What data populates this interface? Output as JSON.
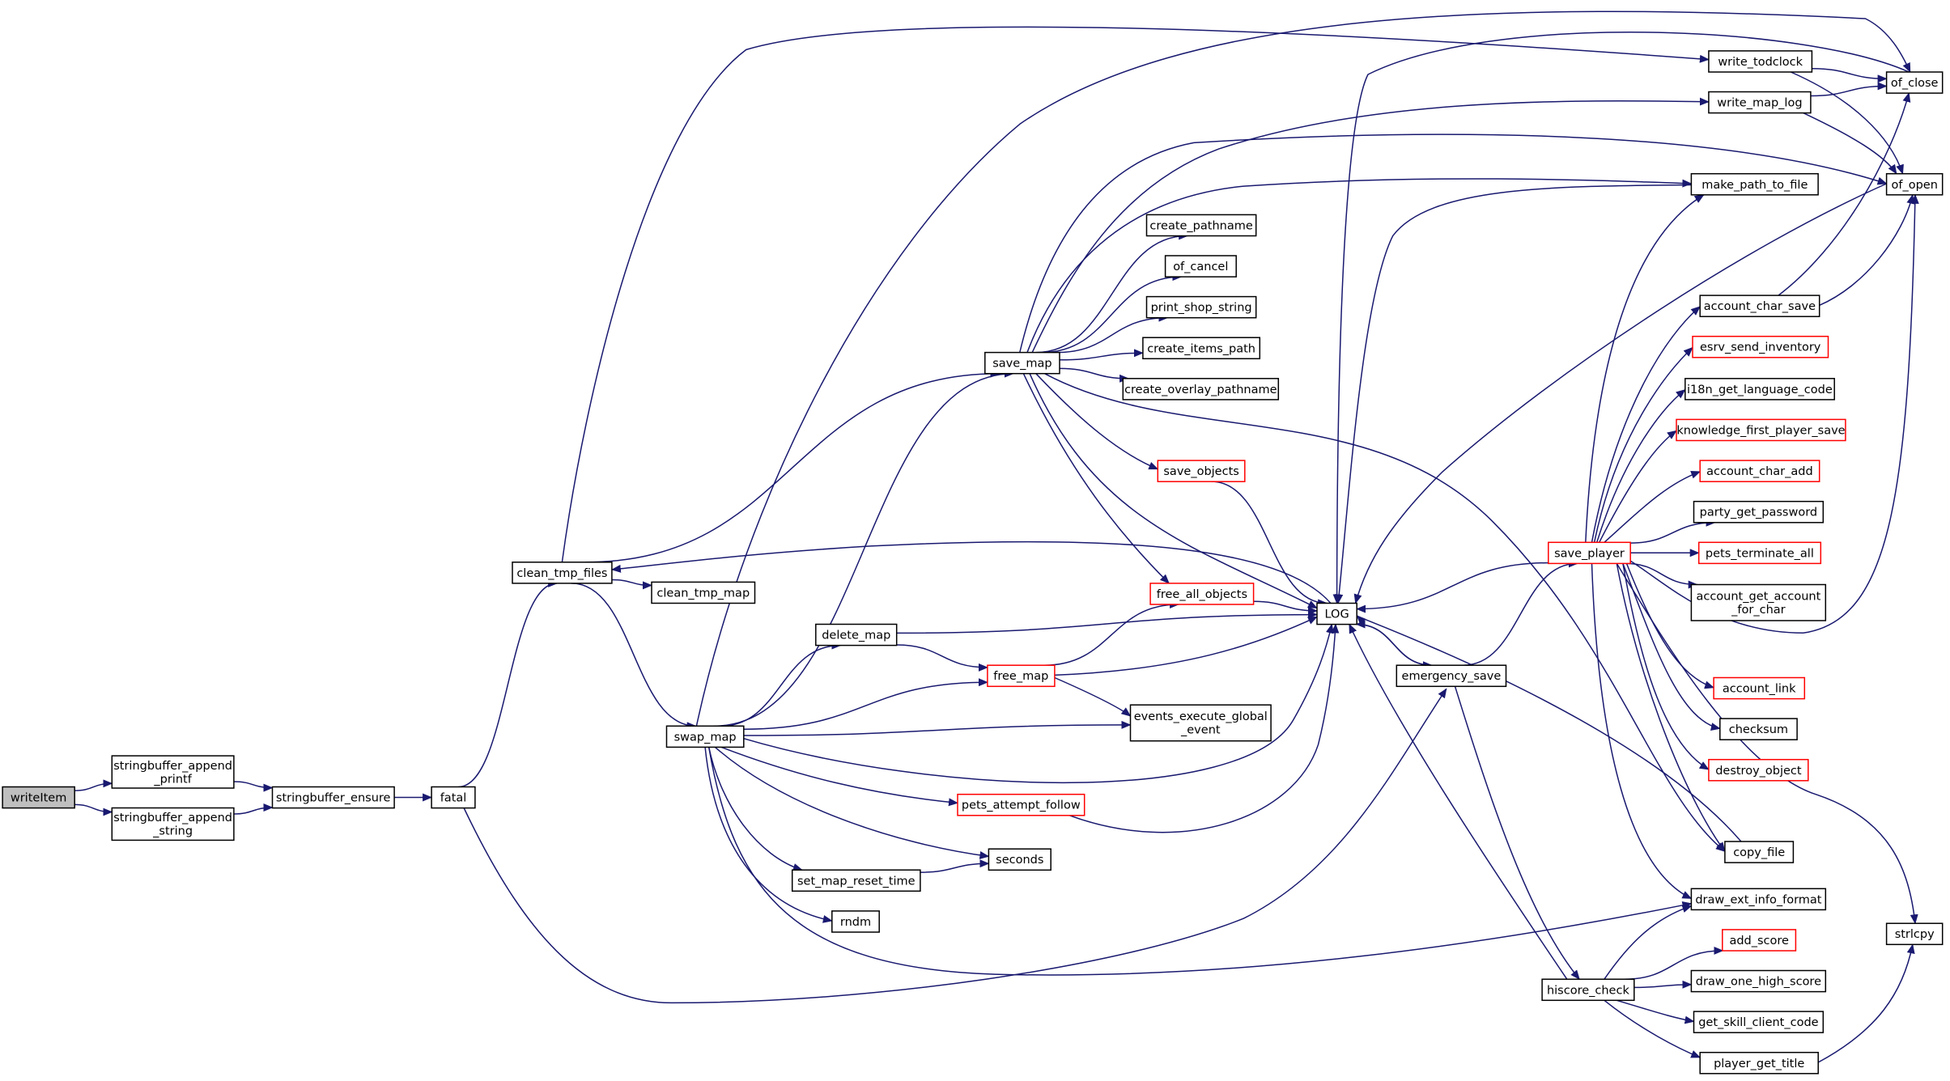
{
  "colors": {
    "edge": "#191970",
    "node_border": "#000000",
    "node_border_truncated": "#ff0000",
    "node_fill": "#ffffff",
    "root_fill": "#bfbfbf"
  },
  "nodes": [
    {
      "id": "writeItem",
      "lines": [
        "writeItem"
      ],
      "root": true
    },
    {
      "id": "stringbuffer_append_printf",
      "lines": [
        "stringbuffer_append",
        "_printf"
      ]
    },
    {
      "id": "stringbuffer_append_string",
      "lines": [
        "stringbuffer_append",
        "_string"
      ]
    },
    {
      "id": "stringbuffer_ensure",
      "lines": [
        "stringbuffer_ensure"
      ]
    },
    {
      "id": "fatal",
      "lines": [
        "fatal"
      ]
    },
    {
      "id": "clean_tmp_files",
      "lines": [
        "clean_tmp_files"
      ]
    },
    {
      "id": "clean_tmp_map",
      "lines": [
        "clean_tmp_map"
      ]
    },
    {
      "id": "swap_map",
      "lines": [
        "swap_map"
      ]
    },
    {
      "id": "save_map",
      "lines": [
        "save_map"
      ]
    },
    {
      "id": "delete_map",
      "lines": [
        "delete_map"
      ]
    },
    {
      "id": "free_map",
      "lines": [
        "free_map"
      ],
      "truncated": true
    },
    {
      "id": "pets_attempt_follow",
      "lines": [
        "pets_attempt_follow"
      ],
      "truncated": true
    },
    {
      "id": "seconds",
      "lines": [
        "seconds"
      ]
    },
    {
      "id": "set_map_reset_time",
      "lines": [
        "set_map_reset_time"
      ]
    },
    {
      "id": "rndm",
      "lines": [
        "rndm"
      ]
    },
    {
      "id": "create_pathname",
      "lines": [
        "create_pathname"
      ]
    },
    {
      "id": "of_cancel",
      "lines": [
        "of_cancel"
      ]
    },
    {
      "id": "print_shop_string",
      "lines": [
        "print_shop_string"
      ]
    },
    {
      "id": "create_items_path",
      "lines": [
        "create_items_path"
      ]
    },
    {
      "id": "create_overlay_pathname",
      "lines": [
        "create_overlay_pathname"
      ]
    },
    {
      "id": "save_objects",
      "lines": [
        "save_objects"
      ],
      "truncated": true
    },
    {
      "id": "free_all_objects",
      "lines": [
        "free_all_objects"
      ],
      "truncated": true
    },
    {
      "id": "events_execute_global_event",
      "lines": [
        "events_execute_global",
        "_event"
      ]
    },
    {
      "id": "LOG",
      "lines": [
        "LOG"
      ]
    },
    {
      "id": "emergency_save",
      "lines": [
        "emergency_save"
      ]
    },
    {
      "id": "save_player",
      "lines": [
        "save_player"
      ],
      "truncated": true
    },
    {
      "id": "hiscore_check",
      "lines": [
        "hiscore_check"
      ]
    },
    {
      "id": "write_todclock",
      "lines": [
        "write_todclock"
      ]
    },
    {
      "id": "write_map_log",
      "lines": [
        "write_map_log"
      ]
    },
    {
      "id": "make_path_to_file",
      "lines": [
        "make_path_to_file"
      ]
    },
    {
      "id": "of_close",
      "lines": [
        "of_close"
      ]
    },
    {
      "id": "of_open",
      "lines": [
        "of_open"
      ]
    },
    {
      "id": "account_char_save",
      "lines": [
        "account_char_save"
      ]
    },
    {
      "id": "esrv_send_inventory",
      "lines": [
        "esrv_send_inventory"
      ],
      "truncated": true
    },
    {
      "id": "i18n_get_language_code",
      "lines": [
        "i18n_get_language_code"
      ]
    },
    {
      "id": "knowledge_first_player_save",
      "lines": [
        "knowledge_first_player_save"
      ],
      "truncated": true
    },
    {
      "id": "account_char_add",
      "lines": [
        "account_char_add"
      ],
      "truncated": true
    },
    {
      "id": "party_get_password",
      "lines": [
        "party_get_password"
      ]
    },
    {
      "id": "pets_terminate_all",
      "lines": [
        "pets_terminate_all"
      ],
      "truncated": true
    },
    {
      "id": "account_get_account_for_char",
      "lines": [
        "account_get_account",
        "_for_char"
      ]
    },
    {
      "id": "account_link",
      "lines": [
        "account_link"
      ],
      "truncated": true
    },
    {
      "id": "checksum",
      "lines": [
        "checksum"
      ]
    },
    {
      "id": "destroy_object",
      "lines": [
        "destroy_object"
      ],
      "truncated": true
    },
    {
      "id": "copy_file",
      "lines": [
        "copy_file"
      ]
    },
    {
      "id": "draw_ext_info_format",
      "lines": [
        "draw_ext_info_format"
      ]
    },
    {
      "id": "add_score",
      "lines": [
        "add_score"
      ],
      "truncated": true
    },
    {
      "id": "draw_one_high_score",
      "lines": [
        "draw_one_high_score"
      ]
    },
    {
      "id": "get_skill_client_code",
      "lines": [
        "get_skill_client_code"
      ]
    },
    {
      "id": "player_get_title",
      "lines": [
        "player_get_title"
      ]
    },
    {
      "id": "strlcpy",
      "lines": [
        "strlcpy"
      ]
    }
  ],
  "edges": [
    [
      "writeItem",
      "stringbuffer_append_printf"
    ],
    [
      "writeItem",
      "stringbuffer_append_string"
    ],
    [
      "stringbuffer_append_printf",
      "stringbuffer_ensure"
    ],
    [
      "stringbuffer_append_string",
      "stringbuffer_ensure"
    ],
    [
      "stringbuffer_ensure",
      "fatal"
    ],
    [
      "fatal",
      "clean_tmp_files"
    ],
    [
      "fatal",
      "emergency_save"
    ],
    [
      "clean_tmp_files",
      "clean_tmp_map"
    ],
    [
      "clean_tmp_files",
      "save_map"
    ],
    [
      "clean_tmp_files",
      "swap_map"
    ],
    [
      "clean_tmp_files",
      "write_todclock"
    ],
    [
      "swap_map",
      "save_map"
    ],
    [
      "swap_map",
      "delete_map"
    ],
    [
      "swap_map",
      "free_map"
    ],
    [
      "swap_map",
      "events_execute_global_event"
    ],
    [
      "swap_map",
      "LOG"
    ],
    [
      "swap_map",
      "pets_attempt_follow"
    ],
    [
      "swap_map",
      "seconds"
    ],
    [
      "swap_map",
      "set_map_reset_time"
    ],
    [
      "swap_map",
      "rndm"
    ],
    [
      "swap_map",
      "draw_ext_info_format"
    ],
    [
      "swap_map",
      "of_close"
    ],
    [
      "save_map",
      "create_pathname"
    ],
    [
      "save_map",
      "of_cancel"
    ],
    [
      "save_map",
      "print_shop_string"
    ],
    [
      "save_map",
      "create_items_path"
    ],
    [
      "save_map",
      "create_overlay_pathname"
    ],
    [
      "save_map",
      "save_objects"
    ],
    [
      "save_map",
      "free_all_objects"
    ],
    [
      "save_map",
      "LOG"
    ],
    [
      "save_map",
      "write_map_log"
    ],
    [
      "save_map",
      "make_path_to_file"
    ],
    [
      "save_map",
      "of_open"
    ],
    [
      "save_map",
      "copy_file"
    ],
    [
      "delete_map",
      "LOG"
    ],
    [
      "delete_map",
      "free_map"
    ],
    [
      "free_map",
      "free_all_objects"
    ],
    [
      "free_map",
      "LOG"
    ],
    [
      "free_map",
      "events_execute_global_event"
    ],
    [
      "pets_attempt_follow",
      "LOG"
    ],
    [
      "set_map_reset_time",
      "seconds"
    ],
    [
      "save_objects",
      "LOG"
    ],
    [
      "free_all_objects",
      "LOG"
    ],
    [
      "LOG",
      "clean_tmp_files"
    ],
    [
      "LOG",
      "emergency_save"
    ],
    [
      "emergency_save",
      "LOG"
    ],
    [
      "emergency_save",
      "save_player"
    ],
    [
      "emergency_save",
      "hiscore_check"
    ],
    [
      "save_player",
      "LOG"
    ],
    [
      "save_player",
      "make_path_to_file"
    ],
    [
      "save_player",
      "account_char_save"
    ],
    [
      "save_player",
      "esrv_send_inventory"
    ],
    [
      "save_player",
      "i18n_get_language_code"
    ],
    [
      "save_player",
      "knowledge_first_player_save"
    ],
    [
      "save_player",
      "account_char_add"
    ],
    [
      "save_player",
      "party_get_password"
    ],
    [
      "save_player",
      "pets_terminate_all"
    ],
    [
      "save_player",
      "account_get_account_for_char"
    ],
    [
      "save_player",
      "account_link"
    ],
    [
      "save_player",
      "checksum"
    ],
    [
      "save_player",
      "destroy_object"
    ],
    [
      "save_player",
      "copy_file"
    ],
    [
      "save_player",
      "draw_ext_info_format"
    ],
    [
      "save_player",
      "of_open"
    ],
    [
      "save_player",
      "strlcpy"
    ],
    [
      "hiscore_check",
      "LOG"
    ],
    [
      "hiscore_check",
      "draw_ext_info_format"
    ],
    [
      "hiscore_check",
      "add_score"
    ],
    [
      "hiscore_check",
      "draw_one_high_score"
    ],
    [
      "hiscore_check",
      "get_skill_client_code"
    ],
    [
      "hiscore_check",
      "player_get_title"
    ],
    [
      "copy_file",
      "LOG"
    ],
    [
      "write_todclock",
      "of_close"
    ],
    [
      "write_todclock",
      "of_open"
    ],
    [
      "write_map_log",
      "of_close"
    ],
    [
      "write_map_log",
      "of_open"
    ],
    [
      "make_path_to_file",
      "LOG"
    ],
    [
      "account_char_save",
      "of_close"
    ],
    [
      "account_char_save",
      "of_open"
    ],
    [
      "of_open",
      "LOG"
    ],
    [
      "of_close",
      "LOG"
    ],
    [
      "player_get_title",
      "strlcpy"
    ]
  ]
}
